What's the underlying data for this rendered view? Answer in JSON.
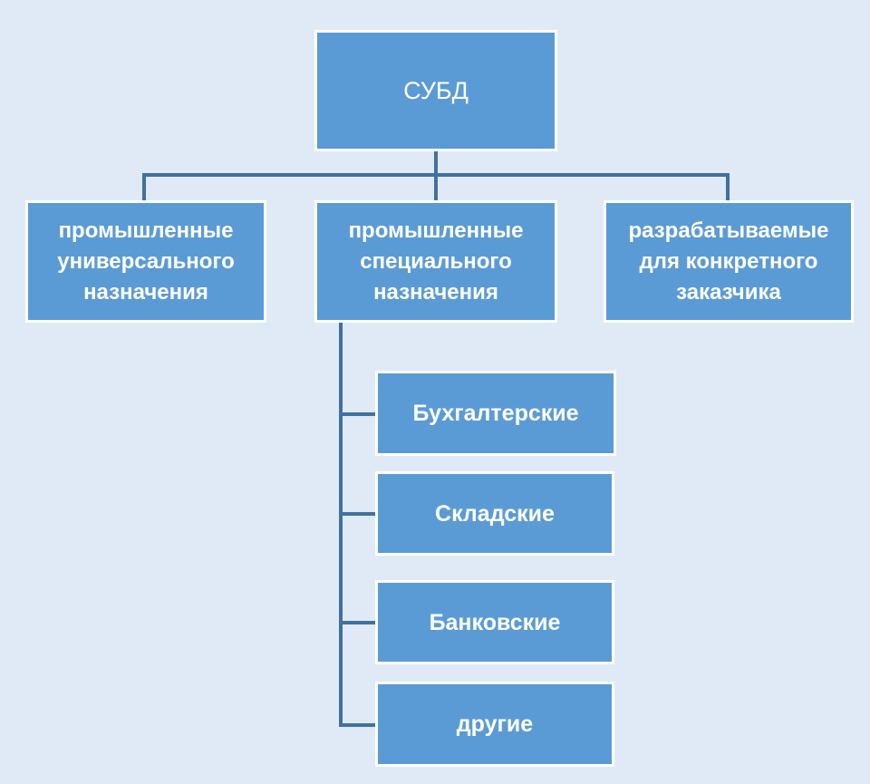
{
  "diagram": {
    "root": {
      "label": "СУБД"
    },
    "branches": [
      {
        "label": "промышленные\nуниверсального\nназначения"
      },
      {
        "label": "промышленные\nспециального\nназначения"
      },
      {
        "label": "разрабатываемые\nдля конкретного\nзаказчика"
      }
    ],
    "sub_items": [
      {
        "label": "Бухгалтерские"
      },
      {
        "label": "Складские"
      },
      {
        "label": "Банковские"
      },
      {
        "label": "другие"
      }
    ],
    "colors": {
      "background": "#dfeaf6",
      "node_fill": "#5b9bd5",
      "node_border": "#ffffff",
      "connector": "#41719c"
    }
  }
}
